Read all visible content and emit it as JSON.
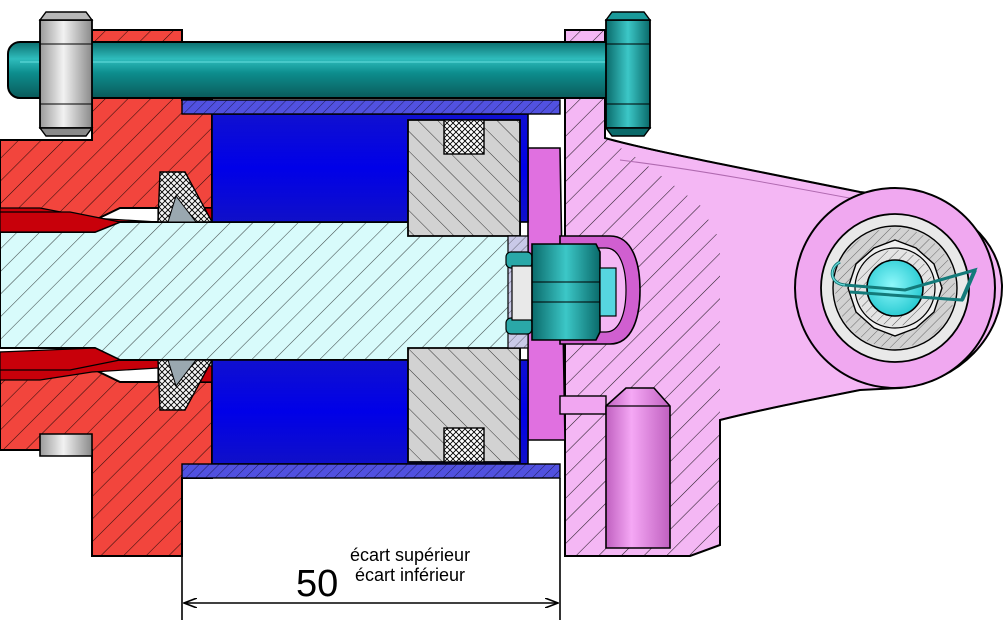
{
  "dimension": {
    "nominal": "50",
    "upper_deviation_label": "écart supérieur",
    "lower_deviation_label": "écart inférieur"
  },
  "colors": {
    "housing_red": "#f2453d",
    "dark_red": "#c8000a",
    "piston_rod": "#d8fbfb",
    "bore_blue": "#0a0ad8",
    "bolt_teal": "#0d8e8e",
    "bolt_teal_light": "#2fbcbc",
    "nut_grey": "#c8c8c8",
    "lever_pink": "#f4b7f4",
    "lever_violet": "#dc7ddc",
    "bushing_grey": "#d2d2d2",
    "pin_cyan": "#3ce8ee",
    "liner_blue": "#5151e0"
  }
}
